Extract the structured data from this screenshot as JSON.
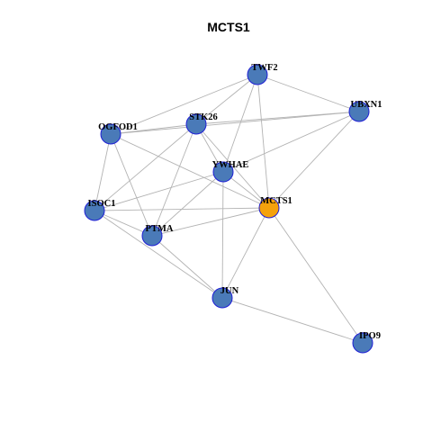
{
  "title": "MCTS1",
  "colors": {
    "node": "#4a7ab8",
    "focus": "#f5a20c",
    "node_border": "#1f1fd6",
    "focus_border": "#333333",
    "edge": "#b3b3b3"
  },
  "nodes": [
    {
      "id": "TWF2",
      "label": "TWF2"
    },
    {
      "id": "UBXN1",
      "label": "UBXN1"
    },
    {
      "id": "OGFOD1",
      "label": "OGFOD1"
    },
    {
      "id": "STK26",
      "label": "STK26"
    },
    {
      "id": "YWHAE",
      "label": "YWHAE"
    },
    {
      "id": "ISOC1",
      "label": "ISOC1"
    },
    {
      "id": "MCTS1",
      "label": "MCTS1",
      "focus": true
    },
    {
      "id": "PTMA",
      "label": "PTMA"
    },
    {
      "id": "JUN",
      "label": "JUN"
    },
    {
      "id": "IPO9",
      "label": "IPO9"
    }
  ],
  "edges": [
    [
      "TWF2",
      "UBXN1"
    ],
    [
      "TWF2",
      "OGFOD1"
    ],
    [
      "TWF2",
      "STK26"
    ],
    [
      "TWF2",
      "YWHAE"
    ],
    [
      "TWF2",
      "MCTS1"
    ],
    [
      "UBXN1",
      "STK26"
    ],
    [
      "UBXN1",
      "YWHAE"
    ],
    [
      "UBXN1",
      "MCTS1"
    ],
    [
      "UBXN1",
      "OGFOD1"
    ],
    [
      "OGFOD1",
      "STK26"
    ],
    [
      "OGFOD1",
      "ISOC1"
    ],
    [
      "OGFOD1",
      "PTMA"
    ],
    [
      "OGFOD1",
      "MCTS1"
    ],
    [
      "STK26",
      "YWHAE"
    ],
    [
      "STK26",
      "MCTS1"
    ],
    [
      "STK26",
      "ISOC1"
    ],
    [
      "STK26",
      "PTMA"
    ],
    [
      "YWHAE",
      "MCTS1"
    ],
    [
      "YWHAE",
      "ISOC1"
    ],
    [
      "YWHAE",
      "PTMA"
    ],
    [
      "YWHAE",
      "JUN"
    ],
    [
      "ISOC1",
      "MCTS1"
    ],
    [
      "ISOC1",
      "PTMA"
    ],
    [
      "ISOC1",
      "JUN"
    ],
    [
      "PTMA",
      "JUN"
    ],
    [
      "PTMA",
      "MCTS1"
    ],
    [
      "MCTS1",
      "JUN"
    ],
    [
      "MCTS1",
      "IPO9"
    ],
    [
      "JUN",
      "IPO9"
    ]
  ]
}
